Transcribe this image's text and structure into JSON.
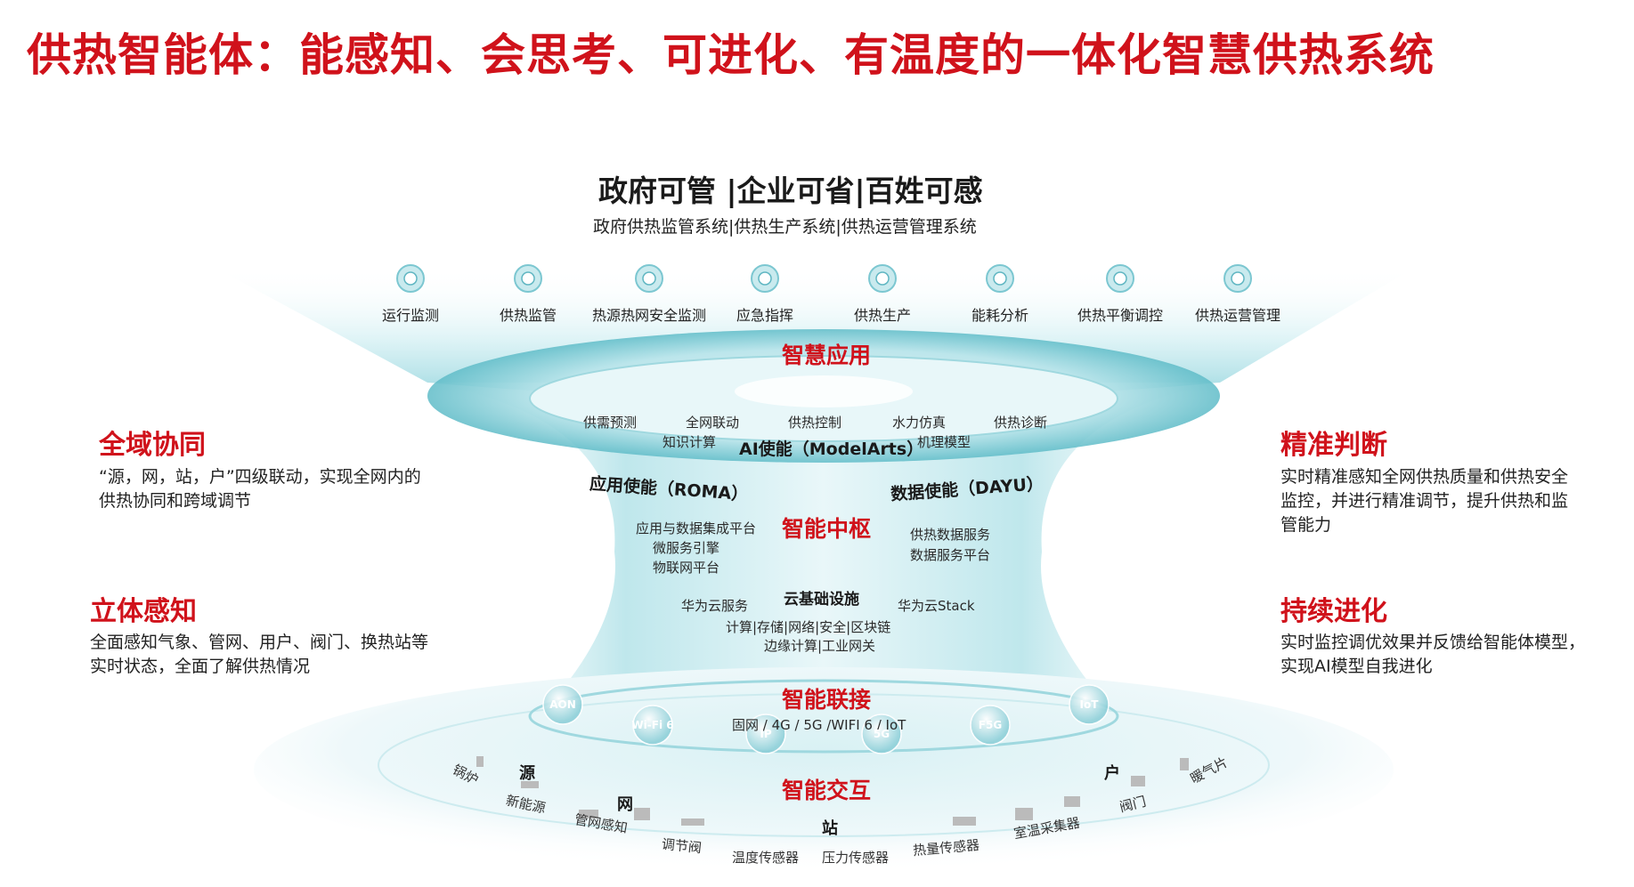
{
  "title": "供热智能体：能感知、会思考、可进化、有温度的一体化智慧供热系统",
  "top": {
    "headline": "政府可管 |企业可省|百姓可感",
    "subline": "政府供热监管系统|供热生产系统|供热运营管理系统"
  },
  "apps": [
    {
      "label": "运行监测",
      "icon": "monitor-icon"
    },
    {
      "label": "供热监管",
      "icon": "supervision-icon"
    },
    {
      "label": "热源热网安全监测",
      "icon": "pipeline-icon"
    },
    {
      "label": "应急指挥",
      "icon": "emergency-icon"
    },
    {
      "label": "供热生产",
      "icon": "production-icon"
    },
    {
      "label": "能耗分析",
      "icon": "energy-icon"
    },
    {
      "label": "供热平衡调控",
      "icon": "balance-icon"
    },
    {
      "label": "供热运营管理",
      "icon": "operation-icon"
    }
  ],
  "layers": {
    "smart_app": "智慧应用",
    "ai_hub": "智能中枢",
    "connect": "智能联接",
    "interact": "智能交互"
  },
  "ai_items": [
    "供需预测",
    "全网联动",
    "供热控制",
    "水力仿真",
    "供热诊断"
  ],
  "ai_items2": [
    "知识计算",
    "机理模型"
  ],
  "ai_enable": "AI使能（ModelArts）",
  "app_enable": "应用使能（ROMA）",
  "data_enable": "数据使能（DAYU）",
  "app_enable_items": [
    "应用与数据集成平台",
    "微服务引擎",
    "物联网平台"
  ],
  "data_enable_items": [
    "供热数据服务",
    "数据服务平台"
  ],
  "cloud": {
    "title": "云基础设施",
    "left": "华为云服务",
    "right": "华为云Stack",
    "line1": "计算|存储|网络|安全|区块链",
    "line2": "边缘计算|工业网关"
  },
  "connect_line": "固网 / 4G / 5G /WIFI 6 / IoT",
  "bubbles": [
    "AON",
    "Wi-Fi 6",
    "IP",
    "5G",
    "F5G",
    "IoT"
  ],
  "ground": {
    "yuan": "源",
    "wang": "网",
    "zhan": "站",
    "hu": "户",
    "devices": [
      "锅炉",
      "新能源",
      "管网感知",
      "调节阀",
      "温度传感器",
      "压力传感器",
      "热量传感器",
      "室温采集器",
      "阀门",
      "暖气片"
    ]
  },
  "left_sections": [
    {
      "title": "全域协同",
      "desc": "“源，网，站，户”四级联动，实现全网内的供热协同和跨域调节"
    },
    {
      "title": "立体感知",
      "desc": "全面感知气象、管网、用户、阀门、换热站等实时状态，全面了解供热情况"
    }
  ],
  "right_sections": [
    {
      "title": "精准判断",
      "desc": "实时精准感知全网供热质量和供热安全监控，并进行精准调节，提升供热和监管能力"
    },
    {
      "title": "持续进化",
      "desc": "实时监控调优效果并反馈给智能体模型，实现AI模型自我进化"
    }
  ],
  "colors": {
    "title_red": "#d0121b",
    "teal": "#4fb8c4",
    "teal_light": "#d6eff2"
  }
}
